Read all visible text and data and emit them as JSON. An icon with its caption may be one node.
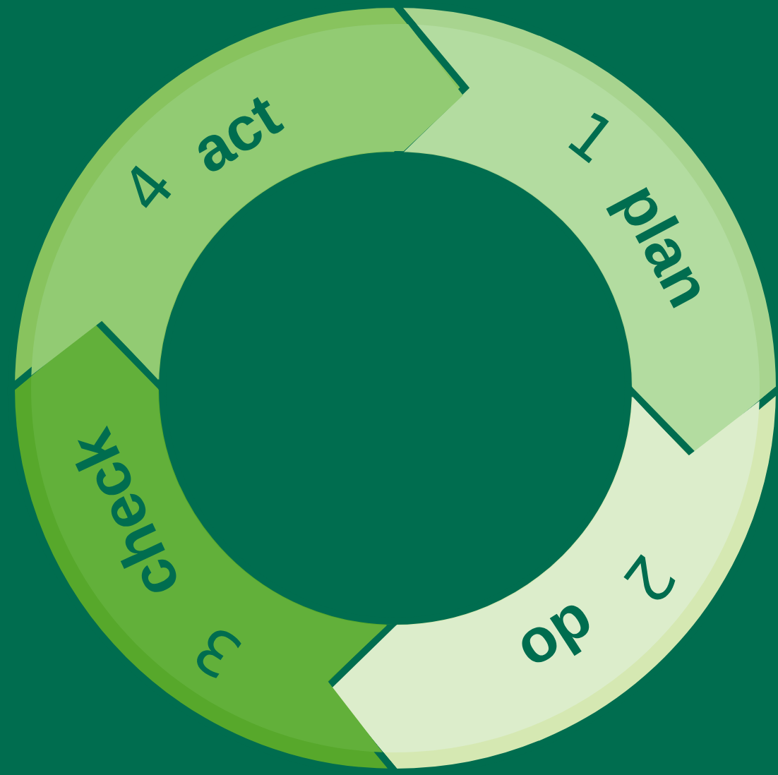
{
  "diagram": {
    "nodes": [
      {
        "text": [
          "1",
          "plan"
        ]
      },
      {
        "text": [
          "2",
          "do"
        ]
      },
      {
        "text": [
          "3",
          "check"
        ]
      },
      {
        "text": [
          "4",
          "act"
        ]
      }
    ]
  }
}
